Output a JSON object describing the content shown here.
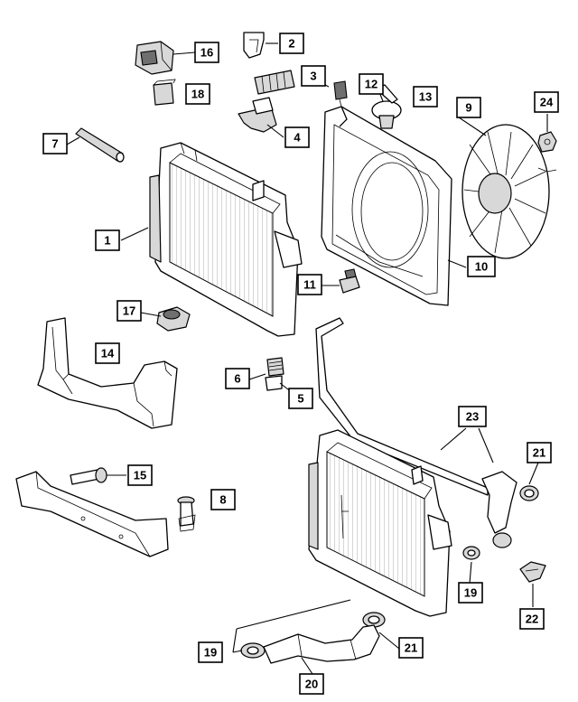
{
  "diagram": {
    "callouts": [
      {
        "id": "1",
        "label": "1"
      },
      {
        "id": "2",
        "label": "2"
      },
      {
        "id": "3",
        "label": "3"
      },
      {
        "id": "4",
        "label": "4"
      },
      {
        "id": "5",
        "label": "5"
      },
      {
        "id": "6",
        "label": "6"
      },
      {
        "id": "7",
        "label": "7"
      },
      {
        "id": "8",
        "label": "8"
      },
      {
        "id": "9",
        "label": "9"
      },
      {
        "id": "10",
        "label": "10"
      },
      {
        "id": "11",
        "label": "11"
      },
      {
        "id": "12",
        "label": "12"
      },
      {
        "id": "13",
        "label": "13"
      },
      {
        "id": "14",
        "label": "14"
      },
      {
        "id": "15",
        "label": "15"
      },
      {
        "id": "16",
        "label": "16"
      },
      {
        "id": "17",
        "label": "17"
      },
      {
        "id": "18",
        "label": "18"
      },
      {
        "id": "19a",
        "label": "19"
      },
      {
        "id": "19b",
        "label": "19"
      },
      {
        "id": "20",
        "label": "20"
      },
      {
        "id": "21a",
        "label": "21"
      },
      {
        "id": "21b",
        "label": "21"
      },
      {
        "id": "22",
        "label": "22"
      },
      {
        "id": "23",
        "label": "23"
      },
      {
        "id": "24",
        "label": "24"
      }
    ]
  }
}
